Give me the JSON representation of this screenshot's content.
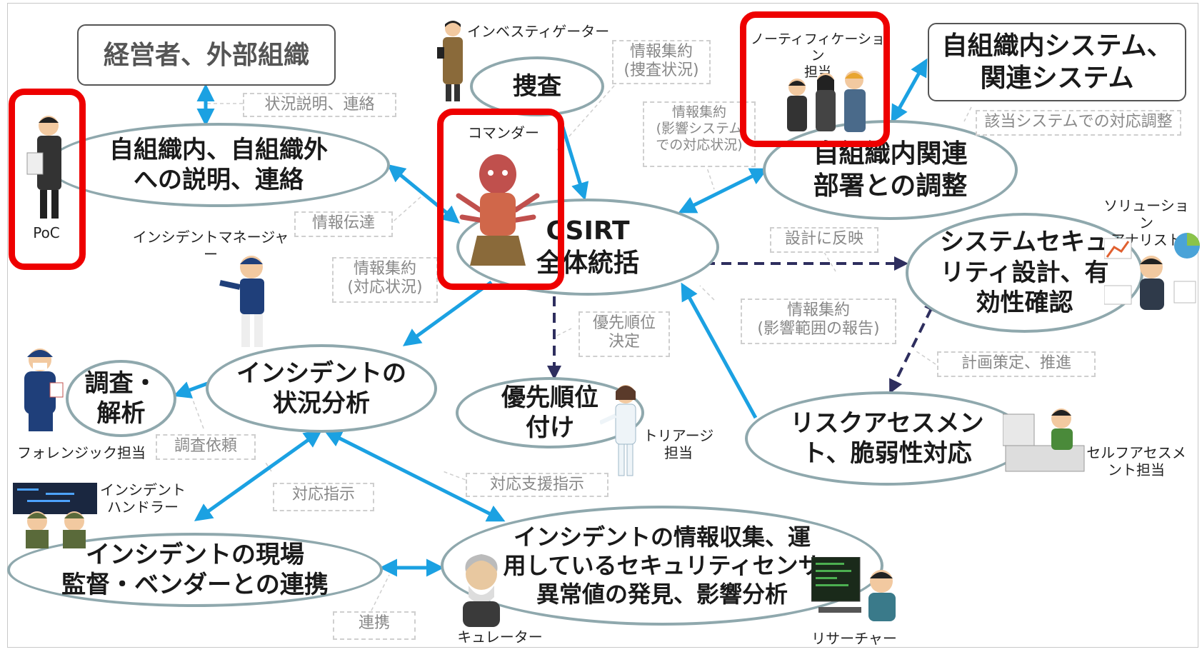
{
  "nodes": {
    "exec_external": "経営者、外部組織",
    "explain_contact": "自組織内、自組織外\nへの説明、連絡",
    "investigation": "捜査",
    "csirt": "CSIRT\n全体統括",
    "internal_systems": "自組織内システム、\n関連システム",
    "internal_coord": "自組織内関連\n部署との調整",
    "system_security": "システムセキュ\nリティ設計、有\n効性確認",
    "incident_analysis": "インシデントの\n状況分析",
    "forensics": "調査・\n解析",
    "priority": "優先順位\n付け",
    "risk_assessment": "リスクアセスメン\nト、脆弱性対応",
    "incident_site": "インシデントの現場\n監督・ベンダーとの連携",
    "info_collection": "インシデントの情報収集、運\n用しているセキュリティセンサ\n異常値の発見、影響分析"
  },
  "notes": {
    "status_explain": "状況説明、連絡",
    "info_summary_investigation": "情報集約\n(捜査状況)",
    "info_summary_system": "情報集約\n(影響システム\nでの対応状況)",
    "system_adjust": "該当システムでの対応調整",
    "info_transfer": "情報伝達",
    "design_reflect": "設計に反映",
    "info_summary_response": "情報集約\n(対応状況)",
    "priority_decision": "優先順位\n決定",
    "info_summary_impact": "情報集約\n(影響範囲の報告)",
    "plan_promote": "計画策定、推進",
    "investigation_request": "調査依頼",
    "response_instruction": "対応指示",
    "response_support": "対応支援指示",
    "cooperation": "連携"
  },
  "roles": {
    "investigator": "インベスティゲーター",
    "notification": "ノーティフィケーション\n担当",
    "commander": "コマンダー",
    "poc": "PoC",
    "incident_manager": "インシデントマネージャー",
    "solution_analyst": "ソリューション\nアナリスト",
    "forensic": "フォレンジック担当",
    "triage": "トリアージ\n担当",
    "self_assessment": "セルフアセスメ\nント担当",
    "incident_handler": "インシデント\nハンドラー",
    "curator": "キュレーター",
    "researcher": "リサーチャー"
  },
  "colors": {
    "solid_arrow": "#1ba1e2",
    "dashed_arrow": "#2e2e5e",
    "ellipse_border": "#8fa8ad",
    "highlight": "#ee0000"
  }
}
